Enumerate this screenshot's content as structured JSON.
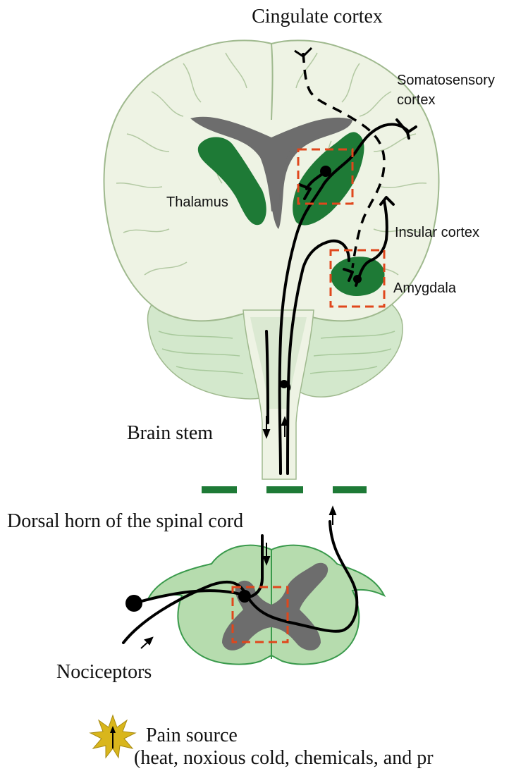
{
  "labels": {
    "cingulate_cortex": "Cingulate cortex",
    "somatosensory_line1": "Somatosensory",
    "somatosensory_line2": "cortex",
    "thalamus": "Thalamus",
    "insular_cortex": "Insular cortex",
    "amygdala": "Amygdala",
    "brain_stem": "Brain stem",
    "dorsal_horn": "Dorsal horn of the spinal cord",
    "nociceptors": "Nociceptors",
    "pain_source": "Pain source",
    "pain_source_detail": "(heat, noxious cold, chemicals, and pr"
  },
  "colors": {
    "brain_fill": "#eef3e4",
    "brain_stroke": "#9fb98e",
    "cerebellum_fill": "#d3e8cc",
    "dark_green": "#1e7a36",
    "gray_matter": "#6d6d6d",
    "spinal_fill": "#b6dcae",
    "spinal_stroke": "#3a9a4c",
    "highlight_box": "#e0471c",
    "pathway": "#000000",
    "star": "#d9b61c"
  }
}
